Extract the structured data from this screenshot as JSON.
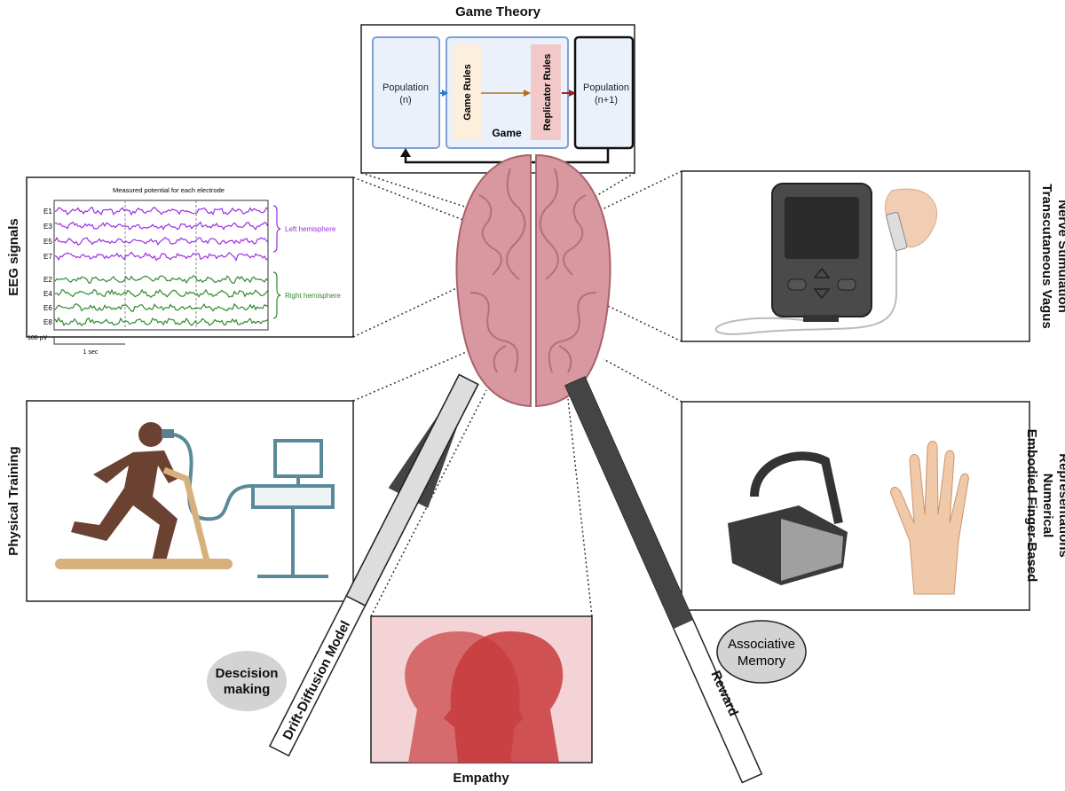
{
  "game_theory": {
    "title": "Game Theory",
    "population_n_line1": "Population",
    "population_n_line2": "(n)",
    "game_rules": "Game Rules",
    "replicator_rules": "Replicator Rules",
    "game": "Game",
    "population_n1_line1": "Population",
    "population_n1_line2": "(n+1)"
  },
  "eeg": {
    "title": "EEG signals",
    "plot_title": "Measured potential for each electrode",
    "left_electrodes": [
      "E1",
      "E3",
      "E5",
      "E7"
    ],
    "right_electrodes": [
      "E2",
      "E4",
      "E6",
      "E8"
    ],
    "left_label": "Left hemisphere",
    "right_label": "Right hemisphere",
    "scale_voltage": "100 µV",
    "scale_time": "1 sec",
    "left_color": "#9b30e0",
    "right_color": "#2e8b2e"
  },
  "tvns": {
    "title_line1": "Transcutaneous Vagus",
    "title_line2": "Nerve Stimulation"
  },
  "physical": {
    "title": "Physical Training"
  },
  "embodied": {
    "title_line1": "Embodied Finger-Based",
    "title_line2": "Numerical",
    "title_line3": "Representations"
  },
  "empathy": {
    "title": "Empathy"
  },
  "drift": {
    "label": "Drift-Diffusion Model"
  },
  "reward": {
    "label": "Reward"
  },
  "decision": {
    "line1": "Descision",
    "line2": "making"
  },
  "associative": {
    "line1": "Associative",
    "line2": "Memory"
  },
  "colors": {
    "brain": "#d9979f",
    "empathy_bg": "#f3d3d6",
    "head_left": "#d35f63",
    "head_right": "#c83a3c"
  }
}
